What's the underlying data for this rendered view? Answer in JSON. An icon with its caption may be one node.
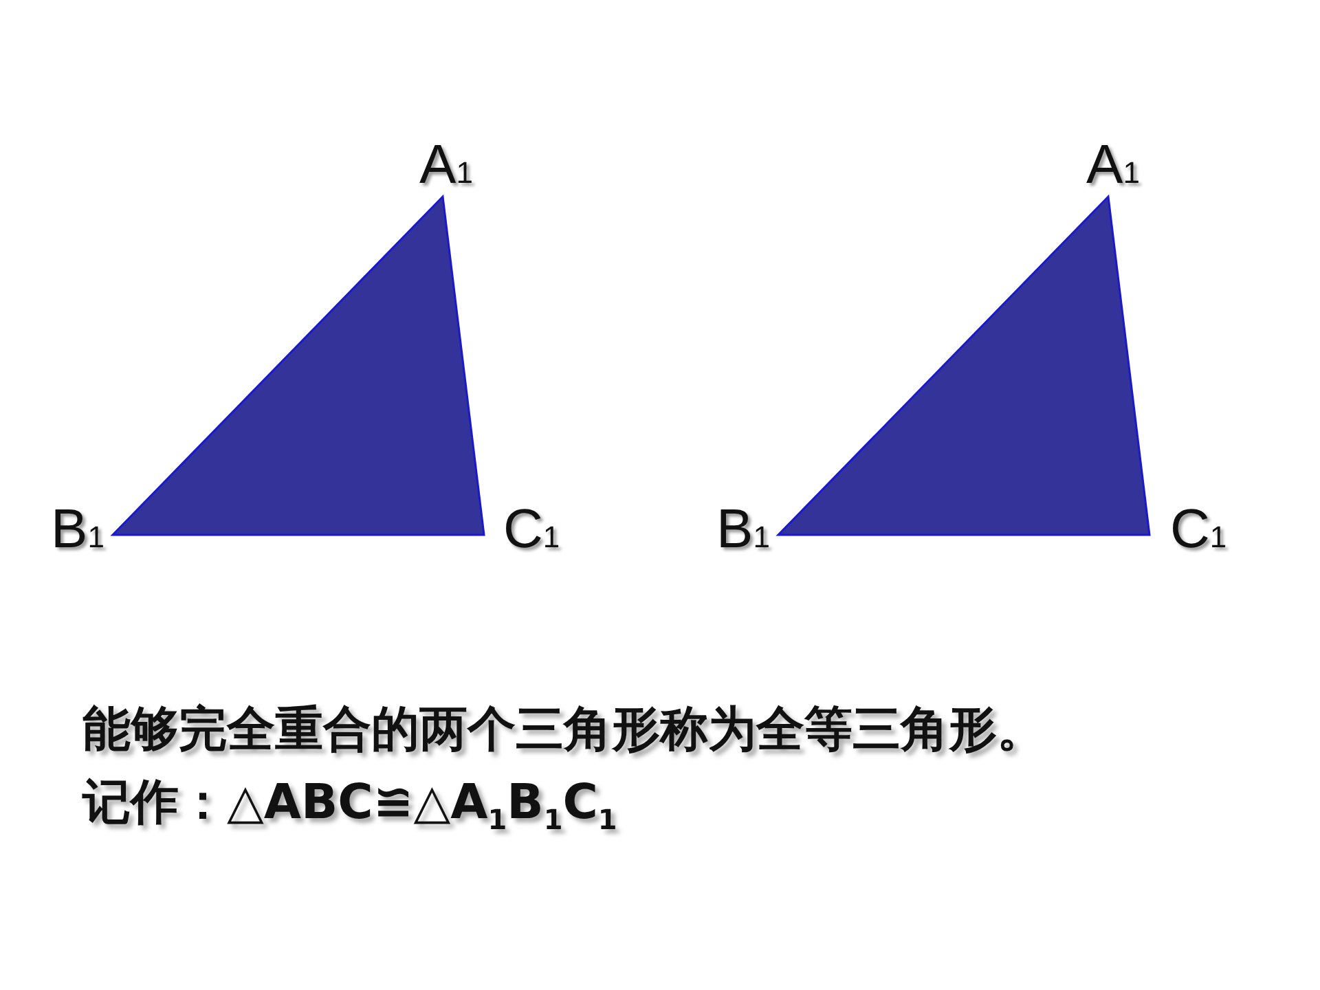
{
  "diagram": {
    "labels": [
      "A$_{1}$",
      "B$_{1}$",
      "C$_{1}$",
      "A$_{1}$",
      "B$_{1}$",
      "C$_{1}$",
      "能够完全重合的两个三角形称为全等三角形。",
      "记作：△ABC≌△A$_{1}$B$_{1}$C$_{1}$"
    ]
  }
}
